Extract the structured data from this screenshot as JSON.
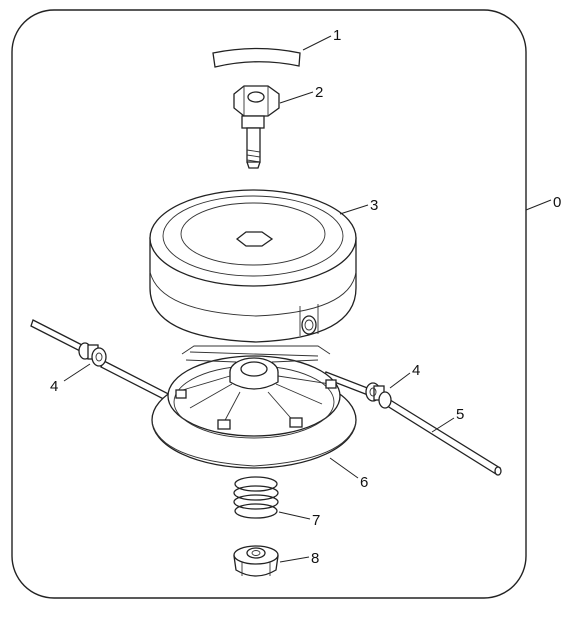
{
  "diagram": {
    "callouts": [
      {
        "id": "frame",
        "label": "0"
      },
      {
        "id": "cap",
        "label": "1"
      },
      {
        "id": "bolt",
        "label": "2"
      },
      {
        "id": "housing",
        "label": "3"
      },
      {
        "id": "eyelet-left",
        "label": "4"
      },
      {
        "id": "eyelet-right",
        "label": "4"
      },
      {
        "id": "line",
        "label": "5"
      },
      {
        "id": "spool",
        "label": "6"
      },
      {
        "id": "spring",
        "label": "7"
      },
      {
        "id": "knob",
        "label": "8"
      }
    ]
  }
}
